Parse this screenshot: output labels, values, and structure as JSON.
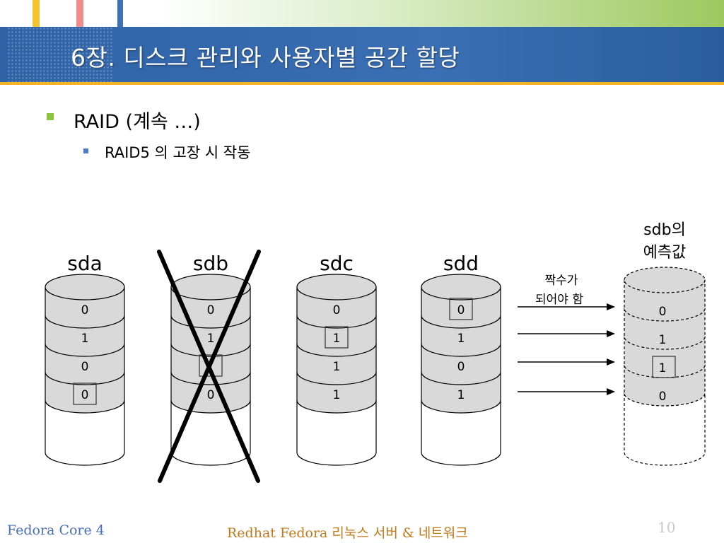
{
  "slide": {
    "title": "6장. 디스크 관리와 사용자별 공간 할당",
    "bullet1": "RAID (계속 …)",
    "bullet2": "RAID5 의 고장 시 작동"
  },
  "colors": {
    "title_bar": "#3a6fb4",
    "accent_gold": "#f2b324",
    "bullet_green": "#8dc43f",
    "bullet_blue": "#4a7cc7",
    "tab_yellow": "#f2c230",
    "tab_pink": "#f08c8c",
    "tab_blue": "#3f6fb5"
  },
  "diagram": {
    "disks": [
      {
        "name": "sda",
        "values": [
          "0",
          "1",
          "0",
          "0"
        ],
        "highlight": 3,
        "failed": false
      },
      {
        "name": "sdb",
        "values": [
          "0",
          "1",
          "",
          "0"
        ],
        "highlight": 2,
        "failed": true
      },
      {
        "name": "sdc",
        "values": [
          "0",
          "1",
          "1",
          "1"
        ],
        "highlight": 1,
        "failed": false
      },
      {
        "name": "sdd",
        "values": [
          "0",
          "1",
          "0",
          "1"
        ],
        "highlight": 0,
        "failed": false
      }
    ],
    "predicted": {
      "label_line1": "sdb의",
      "label_line2": "예측값",
      "values": [
        "0",
        "1",
        "1",
        "0"
      ],
      "highlight": 2
    },
    "arrow_note_line1": "짝수가",
    "arrow_note_line2": "되어야 함"
  },
  "footer": {
    "left": "Fedora Core 4",
    "center": "Redhat Fedora 리눅스 서버 & 네트워크",
    "page": "10"
  }
}
